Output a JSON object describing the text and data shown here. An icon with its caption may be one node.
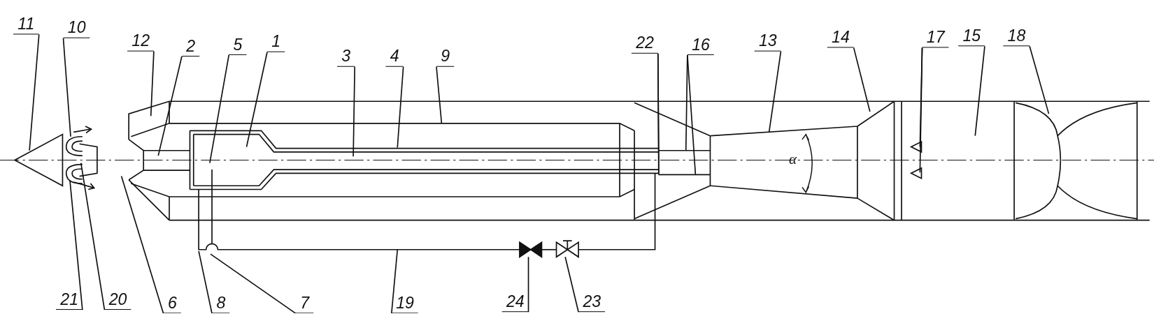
{
  "diagram": {
    "nodes": [
      {
        "text": [
          "11"
        ]
      },
      {
        "text": [
          "10"
        ]
      },
      {
        "text": [
          "12"
        ]
      },
      {
        "text": [
          "2"
        ]
      },
      {
        "text": [
          "5"
        ]
      },
      {
        "text": [
          "1"
        ]
      },
      {
        "text": [
          "3"
        ]
      },
      {
        "text": [
          "4"
        ]
      },
      {
        "text": [
          "9"
        ]
      },
      {
        "text": [
          "22"
        ]
      },
      {
        "text": [
          "16"
        ]
      },
      {
        "text": [
          "13"
        ]
      },
      {
        "text": [
          "14"
        ]
      },
      {
        "text": [
          "17"
        ]
      },
      {
        "text": [
          "15"
        ]
      },
      {
        "text": [
          "18"
        ]
      },
      {
        "text": [
          "21"
        ]
      },
      {
        "text": [
          "20"
        ]
      },
      {
        "text": [
          "6"
        ]
      },
      {
        "text": [
          "8"
        ]
      },
      {
        "text": [
          "7"
        ]
      },
      {
        "text": [
          "19"
        ]
      },
      {
        "text": [
          "24"
        ]
      },
      {
        "text": [
          "23"
        ]
      },
      {
        "text": [],
        "shape": "valve"
      },
      {
        "text": [],
        "shape": "valve"
      }
    ],
    "edges": [
      {
        "from": 0,
        "to": null,
        "arrow": "none"
      },
      {
        "from": 1,
        "to": null,
        "arrow": "none"
      },
      {
        "from": 2,
        "to": null,
        "arrow": "none"
      },
      {
        "from": 3,
        "to": null,
        "arrow": "none"
      },
      {
        "from": 4,
        "to": null,
        "arrow": "none"
      },
      {
        "from": 5,
        "to": null,
        "arrow": "none"
      },
      {
        "from": 6,
        "to": null,
        "arrow": "none"
      },
      {
        "from": 7,
        "to": null,
        "arrow": "none"
      },
      {
        "from": 8,
        "to": null,
        "arrow": "none"
      },
      {
        "from": 9,
        "to": null,
        "arrow": "none"
      },
      {
        "from": 9,
        "to": null,
        "arrow": "none"
      },
      {
        "from": 10,
        "to": null,
        "arrow": "none"
      },
      {
        "from": 10,
        "to": null,
        "arrow": "none"
      },
      {
        "from": 11,
        "to": null,
        "arrow": "none"
      },
      {
        "from": 12,
        "to": null,
        "arrow": "none"
      },
      {
        "from": 13,
        "to": null,
        "arrow": "none"
      },
      {
        "from": 13,
        "to": null,
        "arrow": "none"
      },
      {
        "from": 14,
        "to": null,
        "arrow": "none"
      },
      {
        "from": 15,
        "to": null,
        "arrow": "none"
      },
      {
        "from": 16,
        "to": null,
        "arrow": "none"
      },
      {
        "from": 17,
        "to": null,
        "arrow": "none"
      },
      {
        "from": 18,
        "to": null,
        "arrow": "none"
      },
      {
        "from": 19,
        "to": null,
        "arrow": "none"
      },
      {
        "from": 20,
        "to": null,
        "arrow": "none"
      },
      {
        "from": 21,
        "to": null,
        "arrow": "none"
      },
      {
        "from": 22,
        "to": 24,
        "arrow": "none"
      },
      {
        "from": 23,
        "to": 25,
        "arrow": "none"
      },
      {
        "from": 24,
        "to": 25,
        "arrow": "none"
      }
    ],
    "labels": [
      "α"
    ]
  }
}
